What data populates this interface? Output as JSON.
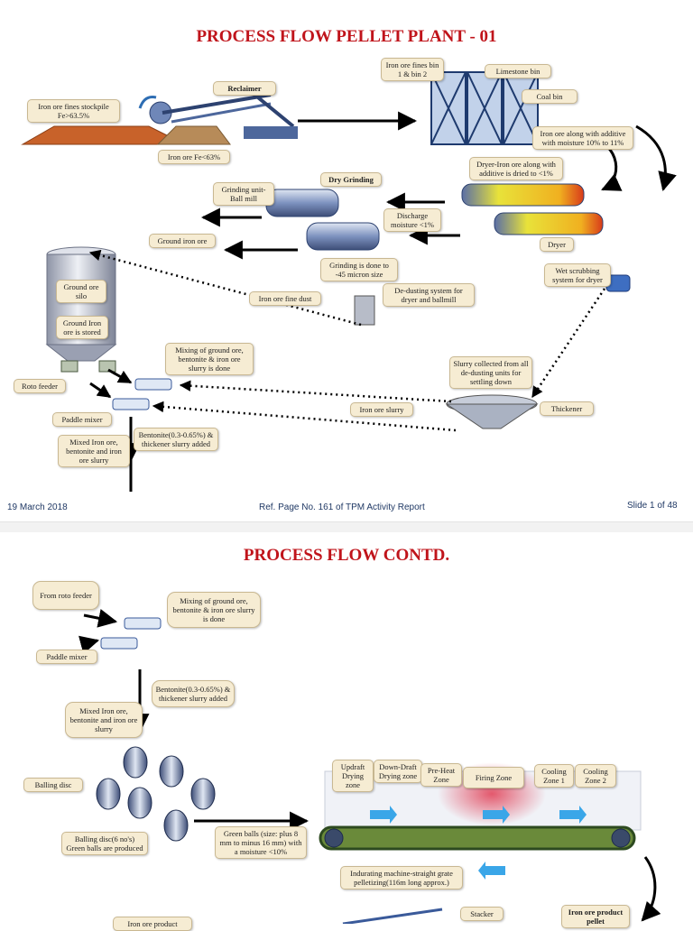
{
  "slide1": {
    "title": "PROCESS FLOW PELLET PLANT - 01",
    "labels": {
      "stockpile": "Iron ore fines stockpile Fe>63.5%",
      "iron_ore_fe63": "Iron ore Fe<63%",
      "reclaimer": "Reclaimer",
      "fines_bin": "Iron ore fines bin 1 & bin 2",
      "limestone_bin": "Limestone bin",
      "coal_bin": "Coal bin",
      "additive_moisture": "Iron ore along with additive with moisture 10% to 11%",
      "dryer_note": "Dryer-Iron ore along with additive is dried to <1%",
      "dry_grinding": "Dry Grinding",
      "grinding_unit": "Grinding unit- Ball mill",
      "discharge": "Discharge moisture <1%",
      "ground_iron_ore": "Ground iron ore",
      "grinding_done": "Grinding is done to -45 micron size",
      "dryer": "Dryer",
      "wet_scrubbing": "Wet scrubbing system for dryer",
      "dedusting": "De-dusting system for dryer and ballmill",
      "fine_dust": "Iron ore fine dust",
      "silo": "Ground ore silo",
      "stored": "Ground Iron ore is stored",
      "mixing": "Mixing of ground ore, bentonite & iron ore slurry is done",
      "roto_feeder": "Roto feeder",
      "paddle_mixer": "Paddle mixer",
      "slurry_collected": "Slurry collected from all de-dusting units for settling down",
      "iron_ore_slurry": "Iron ore slurry",
      "thickener": "Thickener",
      "bentonite": "Bentonite(0.3-0.65%) & thickener slurry added",
      "mixed": "Mixed Iron ore, bentonite and iron ore slurry"
    },
    "footer": {
      "date": "19 March 2018",
      "ref": "Ref. Page No. 161 of TPM Activity Report",
      "slide": "Slide 1 of 48"
    }
  },
  "slide2": {
    "title": "PROCESS FLOW CONTD.",
    "labels": {
      "from_roto": "From roto feeder",
      "mixing": "Mixing of ground ore, bentonite & iron ore slurry is done",
      "paddle_mixer": "Paddle mixer",
      "bentonite": "Bentonite(0.3-0.65%) & thickener slurry added",
      "mixed": "Mixed Iron ore, bentonite and iron ore slurry",
      "balling_disc": "Balling disc",
      "balling_disc_6": "Balling disc(6 no's) Green balls are produced",
      "green_balls": "Green balls (size: plus 8 mm to minus 16 mm) with a moisture <10%",
      "updraft": "Updraft Drying zone",
      "downdraft": "Down-Draft Drying zone",
      "preheat": "Pre-Heat Zone",
      "firing": "Firing Zone",
      "cooling1": "Cooling Zone 1",
      "cooling2": "Cooling Zone 2",
      "indurating": "Indurating machine-straight grate pelletizing(116m long approx.)",
      "stacker": "Stacker",
      "product": "Iron ore product pellet",
      "partial": "Iron ore product"
    }
  },
  "colors": {
    "title_red": "#c0141b",
    "label_bg": "#f6ecd3",
    "footer_blue": "#1f3864",
    "stockpile": "#c8622a",
    "silo": "#c9cdd8",
    "kiln_yellow": "#e8e23a",
    "arrow_blue": "#3aa6e8"
  }
}
